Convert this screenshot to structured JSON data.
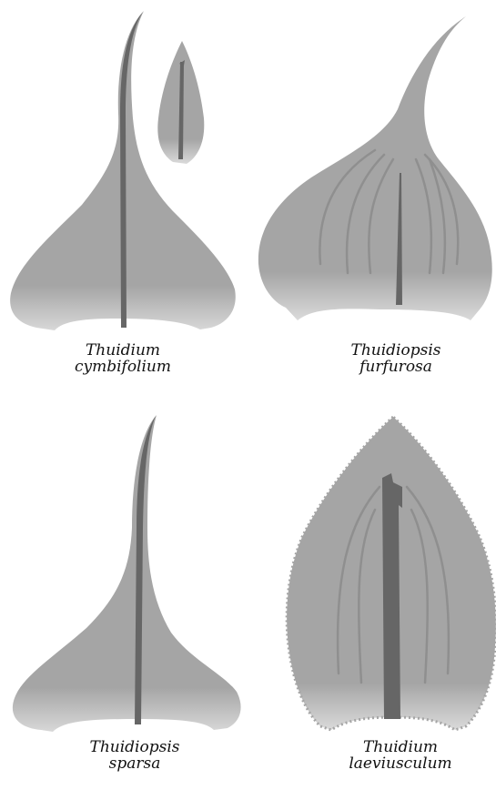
{
  "colors": {
    "leaf": "#a5a5a5",
    "leaf_light": "#d8d8d8",
    "costa": "#666666",
    "vein": "#8f8f8f",
    "background": "#ffffff"
  },
  "panels": [
    {
      "id": "a",
      "genus": "Thuidium",
      "species": "cymbifolium"
    },
    {
      "id": "b",
      "genus": "Thuidiopsis",
      "species": "furfurosa"
    },
    {
      "id": "c",
      "genus": "Thuidiopsis",
      "species": "sparsa"
    },
    {
      "id": "d",
      "genus": "Thuidium",
      "species": "laeviusculum"
    }
  ]
}
